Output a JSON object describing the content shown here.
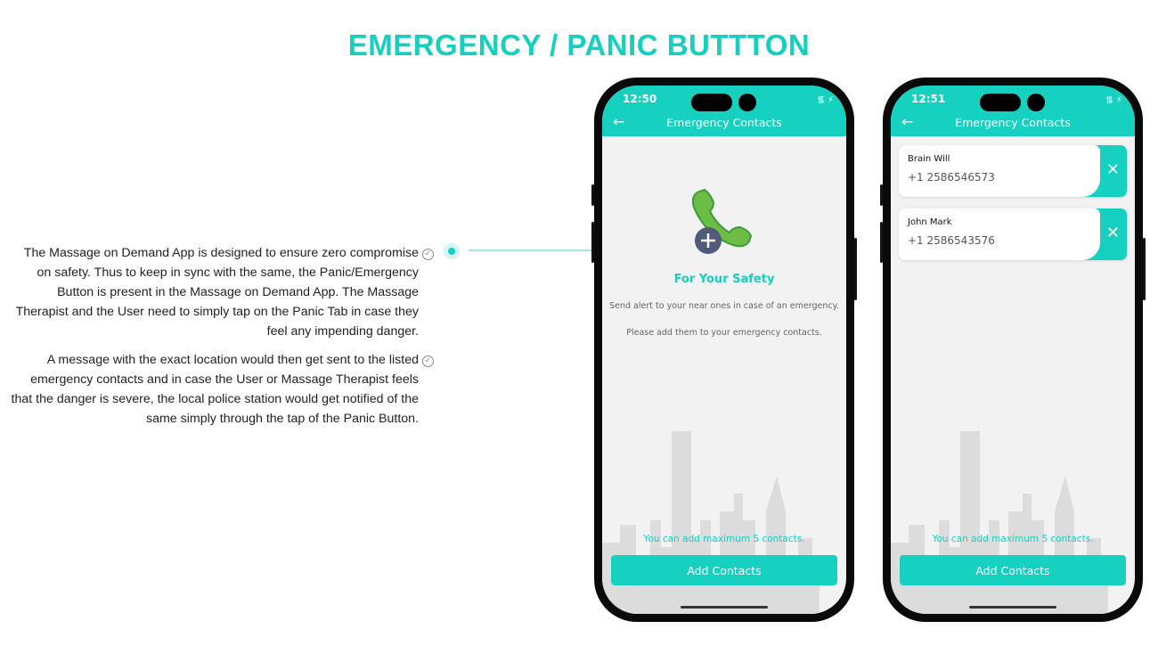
{
  "title": "EMERGENCY / PANIC BUTTTON",
  "paragraphs": [
    "The Massage on Demand App is designed to ensure zero compromise on safety. Thus to keep in sync with the same, the Panic/Emergency Button is present in the Massage on Demand App. The Massage Therapist and the User need to simply tap on the Panic Tab in case they feel any impending danger.",
    "A message with the exact location would then get sent to the listed emergency contacts and in case the User or Massage Therapist feels that the danger is severe, the local police station would get notified of the same simply through the tap of the Panic Button."
  ],
  "accent": "#17d1c0",
  "phone1": {
    "time": "12:50",
    "header": "Emergency Contacts",
    "heading": "For Your Safety",
    "line1": "Send alert to your near ones in case of an emergency.",
    "line2": "Please add them to your emergency contacts.",
    "max_note": "You can add maximum 5 contacts.",
    "add_label": "Add Contacts"
  },
  "phone2": {
    "time": "12:51",
    "header": "Emergency Contacts",
    "contacts": [
      {
        "name": "Brain Will",
        "phone": "+1 2586546573"
      },
      {
        "name": "John Mark",
        "phone": "+1 2586543576"
      }
    ],
    "max_note": "You can add maximum 5 contacts.",
    "add_label": "Add Contacts"
  }
}
